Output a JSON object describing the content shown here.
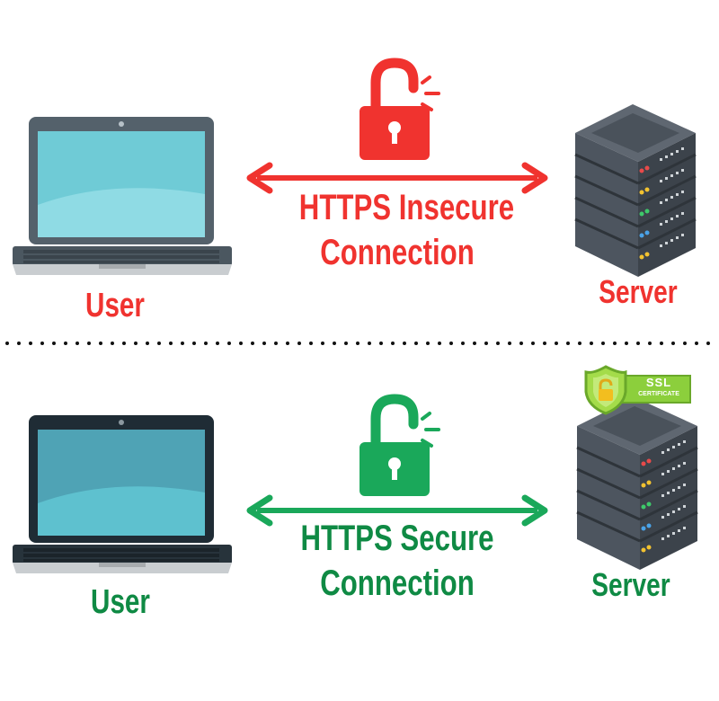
{
  "insecure": {
    "connection_line1": "HTTPS Insecure",
    "connection_line2": "Connection",
    "user_label": "User",
    "server_label": "Server",
    "color": "#f0332f"
  },
  "secure": {
    "connection_line1": "HTTPS Secure",
    "connection_line2": "Connection",
    "user_label": "User",
    "server_label": "Server",
    "color": "#1aa85a",
    "label_color": "#0f8a44",
    "certificate_line1": "SSL",
    "certificate_line2": "CERTIFICATE"
  },
  "icons": [
    "laptop-icon",
    "server-icon",
    "unlocked-padlock-icon",
    "double-arrow-icon",
    "ssl-certificate-badge-icon"
  ]
}
